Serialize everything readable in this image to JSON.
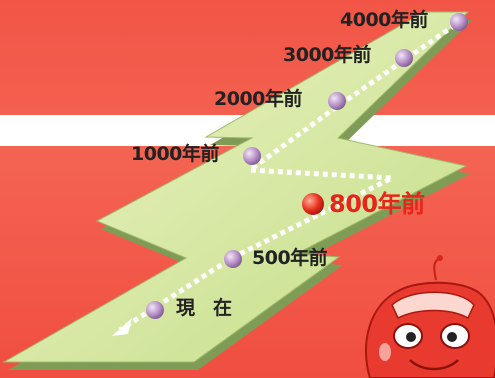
{
  "timeline": {
    "labels": {
      "y4000": "4000年前",
      "y3000": "3000年前",
      "y2000": "2000年前",
      "y1000": "1000年前",
      "y800": "800年前",
      "y500": "500年前",
      "now": "現在"
    }
  },
  "colors": {
    "background": "#f45a4c",
    "band": "#ffffff",
    "path": "#cfe59b",
    "marker": "#b78fc6",
    "highlight": "#e9241b",
    "car": "#e83a2f"
  },
  "icons": [
    "lightning-path",
    "dashed-arrow",
    "time-marker",
    "car-mascot"
  ]
}
